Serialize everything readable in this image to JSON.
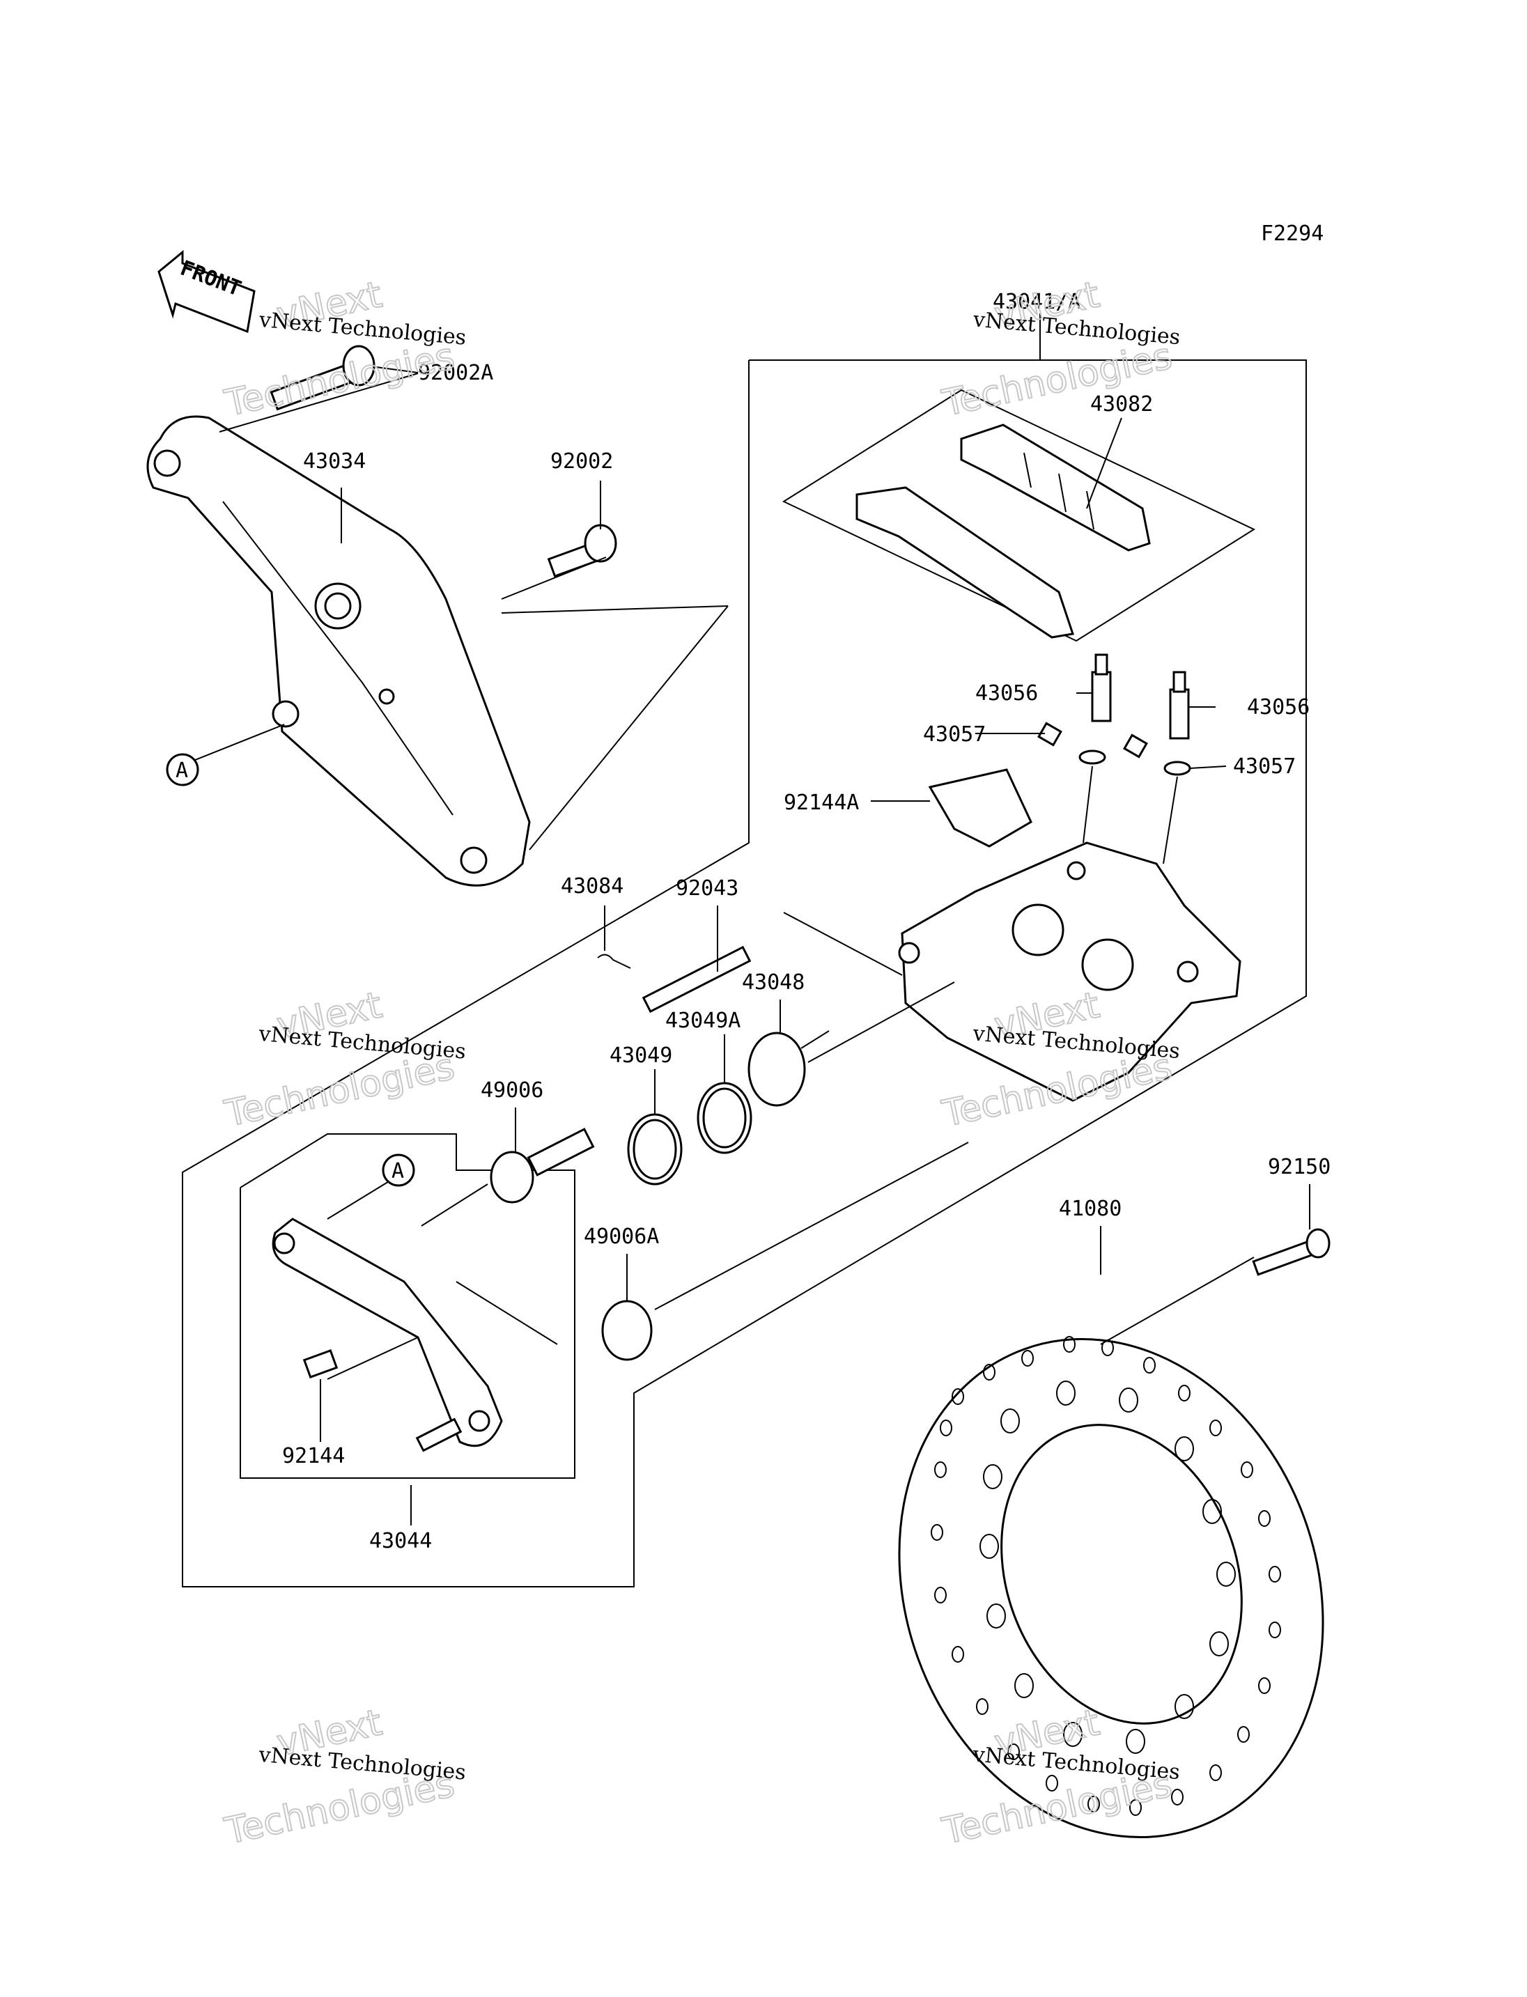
{
  "figure_code": "F2294",
  "front_arrow_text": "FRONT",
  "ref_marker": "A",
  "watermark": {
    "line1": "vNext Technologies",
    "line2": "vNext",
    "line3": "Technologies"
  },
  "parts": {
    "p92002A": "92002A",
    "p43034": "43034",
    "p92002": "92002",
    "p43041": "43041/A",
    "p43082": "43082",
    "p43056a": "43056",
    "p43056b": "43056",
    "p43057a": "43057",
    "p43057b": "43057",
    "p92144A": "92144A",
    "p43084": "43084",
    "p92043": "92043",
    "p43048": "43048",
    "p43049A": "43049A",
    "p43049": "43049",
    "p49006": "49006",
    "p49006A": "49006A",
    "p92150": "92150",
    "p41080": "41080",
    "p92144": "92144",
    "p43044": "43044"
  }
}
